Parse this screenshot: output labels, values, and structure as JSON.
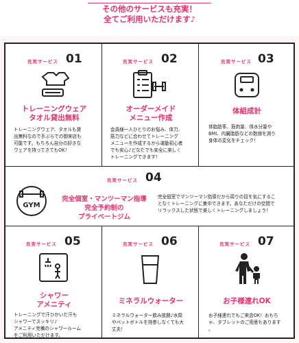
{
  "header": {
    "line1": "その他のサービスも充実！",
    "line2": "全てご利用いただけます♪"
  },
  "tag_label": "充実サービス",
  "services": [
    {
      "num": "01",
      "title1": "トレーニングウェア",
      "title2": "タオル貸出無料",
      "desc1": "トレーニングウェア、タオルも貸",
      "desc2": "出無料なので手ぶらでの御来店も",
      "desc3": "可能です。もちろん自分の好きな",
      "desc4": "ウェアを持ってきてもOK！"
    },
    {
      "num": "02",
      "title1": "オーダーメイド",
      "title2": "メニュー作成",
      "desc1": "会員様一人ひとりのお悩み、体力、",
      "desc2": "筋力などに合わせてトレーニング",
      "desc3": "メニューを作成するから運動初心者",
      "desc4": "でも安心♪どなたでも安全に楽しく",
      "desc5": "トレーニングできます！"
    },
    {
      "num": "03",
      "title1": "体組成計",
      "desc1": "体脂肪率、筋肉量、体水分量や",
      "desc2": "BMI、内臓脂肪などの数値を測り",
      "desc3": "身体の変化をチェック！"
    },
    {
      "num": "04",
      "title1": "完全個室・マンツーマン指導",
      "title2": "完全予約制の",
      "title3": "プライベートジム",
      "icon_text": "GYM",
      "desc1": "完全個室でマンツーマン指導だから周りの目を気にするこ",
      "desc2": "となくトレーニングに集中できます。あなただけの空間で",
      "desc3": "リラックスした状態で楽しくトレーニングしましょう！"
    },
    {
      "num": "05",
      "title1": "シャワー",
      "title2": "アメニティ",
      "desc1": "トレーニングで汗ひかいた汗も",
      "desc2": "シャワーでスッキリ♪",
      "desc3": "アメニティ完備のシャワールーム",
      "desc4": "をご利用いただけます。"
    },
    {
      "num": "06",
      "title1": "ミネラルウォーター",
      "desc1": "ミネラルウォーター飲み放題♪水筒",
      "desc2": "やペットボトルを持参しなくても大",
      "desc3": "丈夫！"
    },
    {
      "num": "07",
      "title1": "お子様連れOK",
      "desc1": "お子様連れでもご来店OK！おもち",
      "desc2": "ゃ、タブレットのご用意もあります",
      "desc3": "。"
    }
  ],
  "colors": {
    "accent": "#e4306b",
    "ink": "#222222"
  }
}
